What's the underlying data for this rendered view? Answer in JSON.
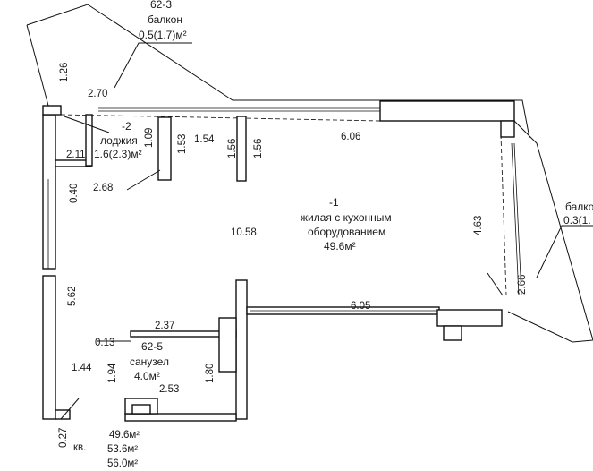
{
  "rooms": {
    "balcony_top": {
      "code": "62-3",
      "name": "балкон",
      "area": "0.5(1.7)м²"
    },
    "loggia": {
      "code": "-2",
      "name": "лоджия",
      "area": "1.6(2.3)м²"
    },
    "living": {
      "code": "-1",
      "name_line1": "жилая с кухонным",
      "name_line2": "оборудованием",
      "area": "49.6м²"
    },
    "bathroom": {
      "code": "62-5",
      "name": "санузел",
      "area": "4.0м²"
    },
    "balcony_right": {
      "name": "балко",
      "area": "0.3(1."
    }
  },
  "dimensions": {
    "d_1_26": "1.26",
    "d_2_70": "2.70",
    "d_1_09": "1.09",
    "d_1_53": "1.53",
    "d_1_54": "1.54",
    "d_1_56_a": "1.56",
    "d_1_56_b": "1.56",
    "d_6_06": "6.06",
    "d_2_11": "2.11",
    "d_0_40": "0.40",
    "d_2_68": "2.68",
    "d_10_58": "10.58",
    "d_4_63": "4.63",
    "d_2_66": "2.66",
    "d_5_62": "5.62",
    "d_6_05": "6.05",
    "d_2_37": "2.37",
    "d_0_13": "0.13",
    "d_1_44": "1.44",
    "d_1_94": "1.94",
    "d_1_80": "1.80",
    "d_2_53": "2.53",
    "d_0_27": "0.27"
  },
  "summary": {
    "label": "кв.",
    "area_living": "49.6м²",
    "area_total": "53.6м²",
    "area_total_with_outdoor": "56.0м²"
  }
}
